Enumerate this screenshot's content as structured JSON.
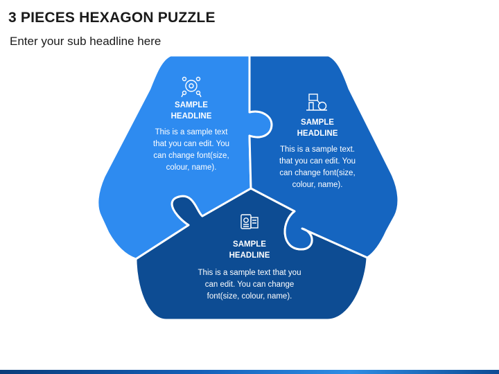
{
  "title": "3 PIECES HEXAGON PUZZLE",
  "subtitle": "Enter your sub headline here",
  "colors": {
    "piece_top_left": "#2E8BF0",
    "piece_right": "#1565C0",
    "piece_bottom": "#0D4C93",
    "border": "#ffffff",
    "footer": "#1560b8"
  },
  "pieces": [
    {
      "icon": "team-network-icon",
      "headline_1": "SAMPLE",
      "headline_2": "HEADLINE",
      "text_1": "This is a sample text",
      "text_2": "that you can edit. You",
      "text_3": "can change font(size,",
      "text_4": "colour, name)."
    },
    {
      "icon": "presentation-scales-icon",
      "headline_1": "SAMPLE",
      "headline_2": "HEADLINE",
      "text_1": "This is a sample text.",
      "text_2": "that you can edit. You",
      "text_3": "can change font(size,",
      "text_4": "colour, name)."
    },
    {
      "icon": "document-settings-icon",
      "headline_1": "SAMPLE",
      "headline_2": "HEADLINE",
      "text_1": "This is a sample text that you",
      "text_2": "can edit. You can change",
      "text_3": "font(size, colour, name)."
    }
  ]
}
